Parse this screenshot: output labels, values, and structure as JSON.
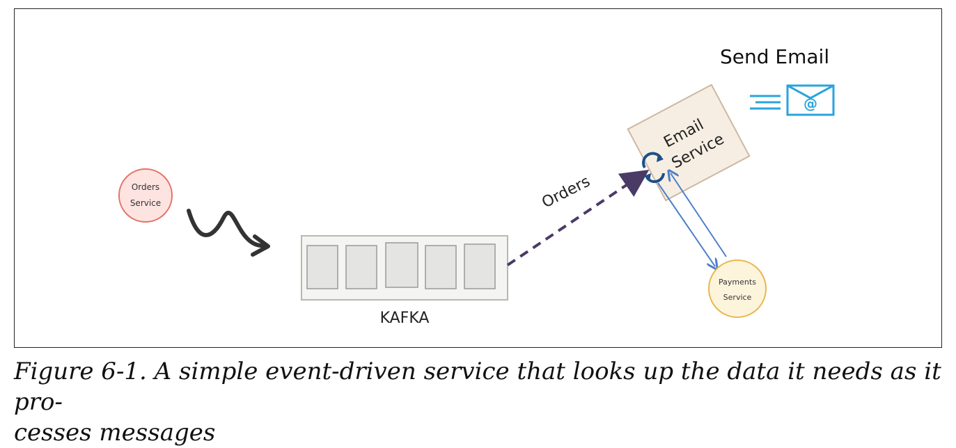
{
  "diagram": {
    "send_email_label": "Send Email",
    "email_service_line1": "Email",
    "email_service_line2": "Service",
    "orders_service_line1": "Orders",
    "orders_service_line2": "Service",
    "payments_service_line1": "Payments",
    "payments_service_line2": "Service",
    "kafka_label": "KAFKA",
    "orders_topic_label": "Orders",
    "colors": {
      "orders_service": "#e57368",
      "payments_service": "#e9b84f",
      "email_icon": "#29a3de",
      "topic_arrow": "#4a3a66",
      "service_link": "#4d7fc9",
      "email_service_box": "#f6eee3"
    }
  },
  "caption": {
    "line1": "Figure 6-1. A simple event-driven service that looks up the data it needs as it pro-",
    "line2": "cesses messages"
  }
}
